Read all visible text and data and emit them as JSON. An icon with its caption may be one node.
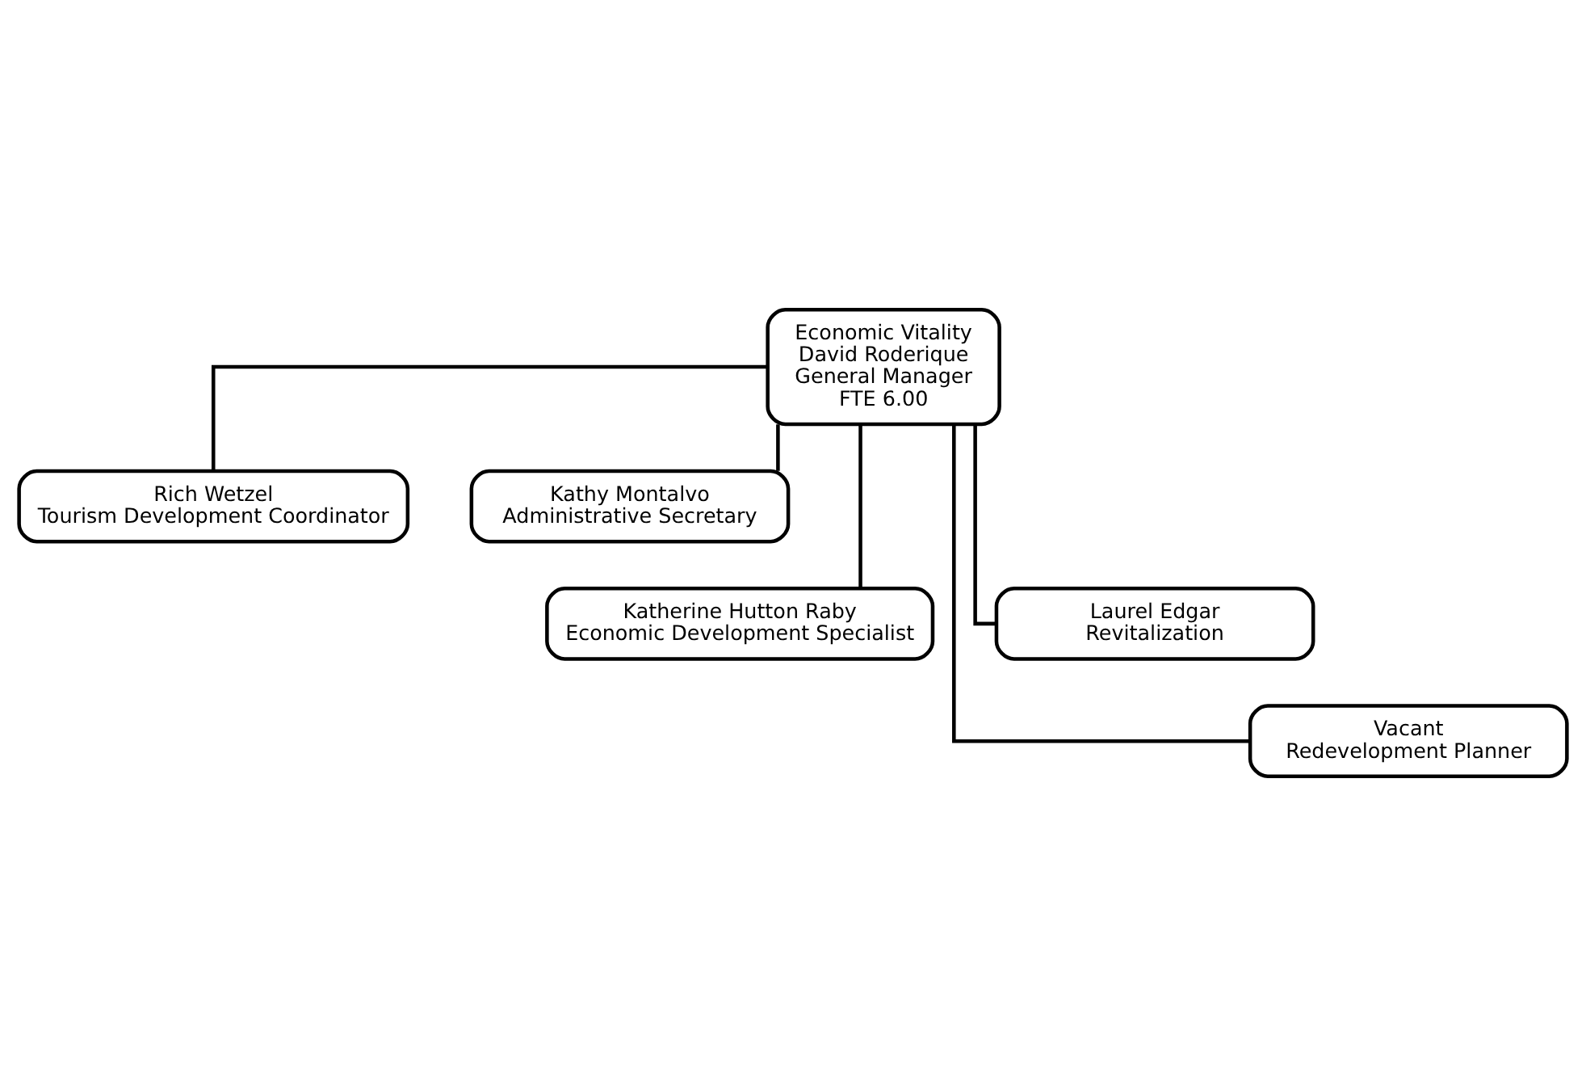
{
  "diagram": {
    "nodes": [
      {
        "text": [
          "Economic Vitality",
          "David Roderique",
          "General Manager",
          "FTE 6.00"
        ]
      },
      {
        "text": [
          "Rich Wetzel",
          "Tourism Development Coordinator"
        ]
      },
      {
        "text": [
          "Kathy Montalvo",
          "Administrative Secretary"
        ]
      },
      {
        "text": [
          "Katherine Hutton Raby",
          "Economic Development Specialist"
        ]
      },
      {
        "text": [
          "Laurel Edgar",
          "Revitalization"
        ]
      },
      {
        "text": [
          "Vacant",
          "Redevelopment Planner"
        ]
      }
    ],
    "edges": [
      {
        "from": 0,
        "to": 1,
        "arrow": "none"
      },
      {
        "from": 0,
        "to": 2,
        "arrow": "none"
      },
      {
        "from": 0,
        "to": 3,
        "arrow": "none"
      },
      {
        "from": 0,
        "to": 4,
        "arrow": "none"
      },
      {
        "from": 0,
        "to": 5,
        "arrow": "none"
      }
    ]
  }
}
